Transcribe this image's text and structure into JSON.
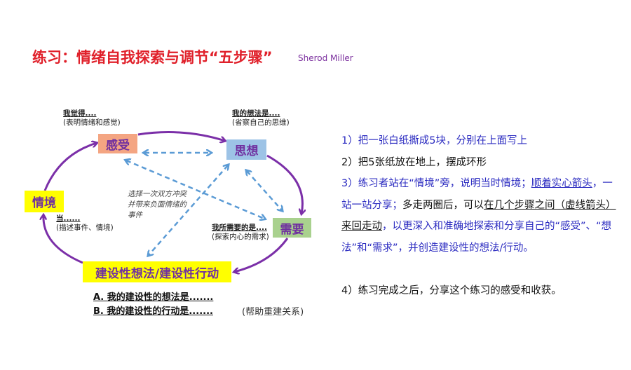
{
  "title": "练习：情绪自我探索与调节“五步骤”",
  "author": "Sherod Miller",
  "diagram": {
    "nodes": {
      "feeling": "感受",
      "thought": "思想",
      "situation": "情境",
      "need": "需要",
      "constructive": "建设性想法/建设性行动"
    },
    "labels": {
      "feeling_prompt": "我觉得....",
      "feeling_hint": "(表明情绪和感觉)",
      "thought_prompt": "我的想法是....",
      "thought_hint": "(省察自己的思维)",
      "situation_prompt": "当......",
      "situation_hint": "(描述事件、情境)",
      "need_prompt": "我所需要的是....",
      "need_hint": "(探索内心的需求)",
      "center_note": "选择一次双方冲突并带来负面情绪的事件"
    },
    "constructive_items": {
      "a": "A. 我的建设性的想法是.......",
      "b": "B. 我的建设性的行动是.......",
      "b_note": "(帮助重建关系)"
    },
    "colors": {
      "arc": "#7b2fa8",
      "dash": "#5b9bd5",
      "feeling": "#f4a582",
      "thought": "#9dc3e6",
      "need": "#a9d18e",
      "yellow": "#ffff00"
    }
  },
  "steps": {
    "s1": "1）把一张白纸撕成5块，分别在上面写上",
    "s2": "2）把5张纸放在地上，摆成环形",
    "s3_a": "3）练习者站在“情境”旁，说明当时情境；",
    "s3_b": "顺着实心箭头",
    "s3_c": "，一站一站分享；",
    "s3_d": "多走两圈后，可以",
    "s3_e": "在几个步骤之间（虚线箭头）来回走动",
    "s3_f": "，以更深入和准确地探索和分享自己的“感受”、“想法”和“需求”，并创造建设性的想法/行动。",
    "s4": "4）练习完成之后，分享这个练习的感受和收获。"
  }
}
